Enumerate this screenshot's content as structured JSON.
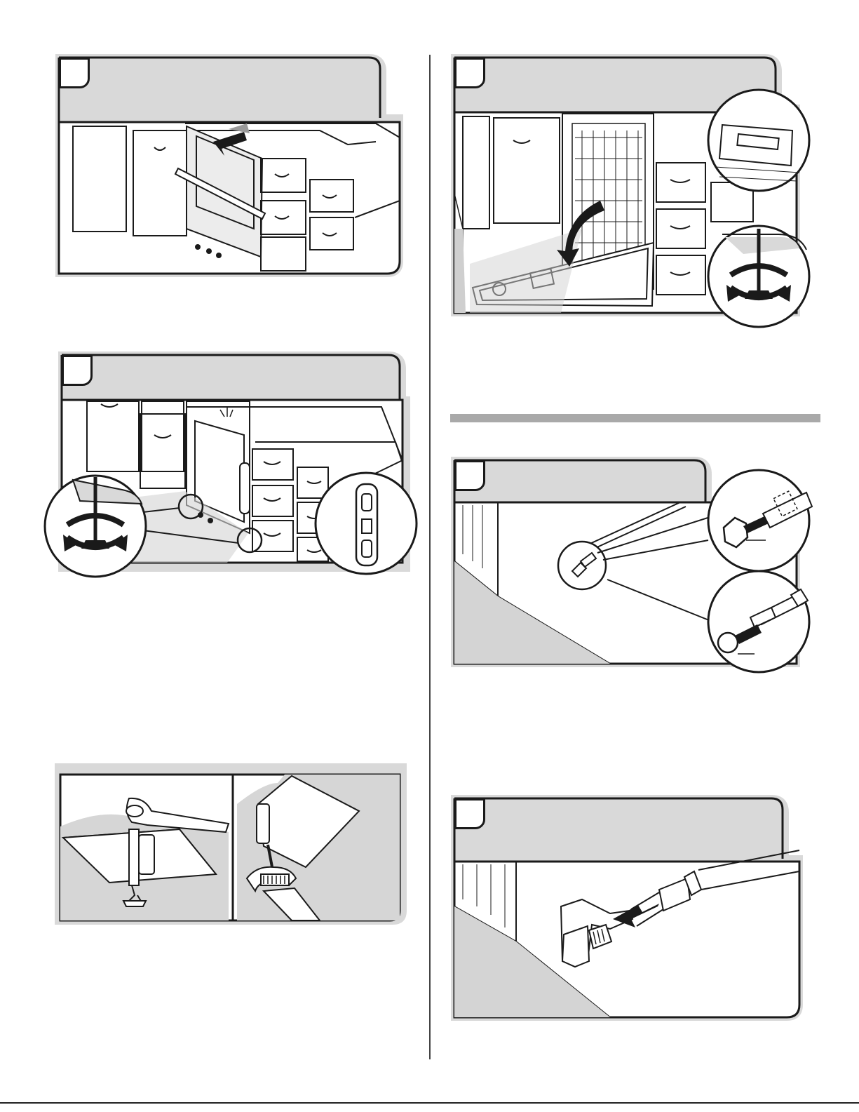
{
  "document": {
    "type": "installation-instructions",
    "accent_gray": "#d9d9d9",
    "line_color": "#1a1a1a"
  },
  "figures": [
    {
      "id": "slide-dishwasher-into-opening",
      "step_number": "",
      "icon": "push-arrow-icon"
    },
    {
      "id": "lower-rack-leveling-legs",
      "step_number": "",
      "icon": "rotate-leveling-leg-icon"
    },
    {
      "id": "check-level-and-adjust-legs",
      "step_number": "",
      "icon": "rotate-leveling-leg-icon"
    },
    {
      "id": "adjust-legs-with-tools",
      "step_number": "",
      "icon": "wrench-icon"
    },
    {
      "id": "attach-fitting-to-water-valve",
      "step_number": "",
      "icon": "fitting-arrow-icon"
    },
    {
      "id": "connect-water-supply-line",
      "step_number": "",
      "icon": "hose-connection-icon"
    }
  ]
}
